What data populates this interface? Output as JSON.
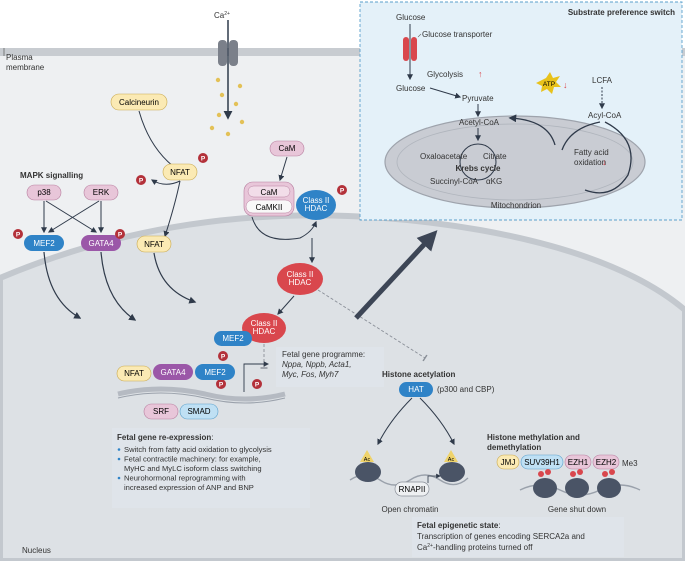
{
  "colors": {
    "cell_bg": "#eef0f2",
    "membrane": "#c8ccd1",
    "nucleus": "#dde1e5",
    "panel_bg": "#e4f1f9",
    "panel_border": "#5aa0cc",
    "mito": "#c9ccd3",
    "arrow": "#2f3a4a",
    "pill_pink": "#e8c6d9",
    "pill_blue": "#2f83c7",
    "pill_purple": "#9b57a8",
    "pill_yellow": "#fbeab4",
    "pill_red": "#d9474d",
    "pill_lightblue": "#bfe0f4",
    "phospho": "#b3313a",
    "ion": "#e3c157",
    "info_box": "#dfe4ea"
  },
  "cell": {
    "plasma_membrane": "Plasma\nmembrane",
    "ion": "Ca",
    "ion_sup": "2+",
    "nucleus": "Nucleus"
  },
  "mapk": {
    "title": "MAPK signalling",
    "p38": "p38",
    "erk": "ERK",
    "mef2": "MEF2",
    "gata4": "GATA4"
  },
  "calcineurin": {
    "calcineurin": "Calcineurin",
    "nfat_top": "NFAT",
    "nfat_bottom": "NFAT"
  },
  "cam": {
    "cam_top": "CaM",
    "cam": "CaM",
    "camkii": "CaMKII"
  },
  "hdac": {
    "upper": "Class II\nHDAC",
    "middle": "Class II\nHDAC",
    "lower": "Class II\nHDAC",
    "mef2": "MEF2"
  },
  "phospho_label": "P",
  "chromatin": {
    "nfat": "NFAT",
    "gata4": "GATA4",
    "mef2": "MEF2",
    "srf": "SRF",
    "smad": "SMAD"
  },
  "fetal_programme": {
    "title": "Fetal gene programme:",
    "genes_line1": "Nppa, Nppb, Acta1,",
    "genes_line2": "Myc, Fos, Myh7"
  },
  "reexpression": {
    "title": "Fetal gene re-expression",
    "colon": ":",
    "bullets": [
      [
        "Switch from fatty acid oxidation to glycolysis"
      ],
      [
        "Fetal contractile machinery: for example,",
        "MyHC and MyLC isoform class switching"
      ],
      [
        "Neurohormonal reprogramming with",
        "increased expression of ANP and BNP"
      ]
    ]
  },
  "acetylation": {
    "title": "Histone acetylation",
    "hat": "HAT",
    "hat_note": "(p300 and CBP)",
    "ac": "Ac",
    "rnapii": "RNAPII",
    "open": "Open chromatin"
  },
  "methylation": {
    "title_line1": "Histone methylation and",
    "title_line2": "demethylation",
    "jmj": "JMJ",
    "suv": "SUV39H1",
    "ezh1": "EZH1",
    "ezh2": "EZH2",
    "me3": "Me3",
    "shut": "Gene shut down"
  },
  "epigenetic": {
    "title": "Fetal epigenetic state",
    "colon": ":",
    "line1": "Transcription of genes encoding SERCA2a and",
    "line2_pre": "Ca",
    "line2_sup": "2+",
    "line2_post": "-handling proteins turned off"
  },
  "substrate": {
    "title": "Substrate preference switch",
    "glucose_top": "Glucose",
    "transporter": "Glucose transporter",
    "glycolysis": "Glycolysis",
    "glucose": "Glucose",
    "pyruvate": "Pyruvate",
    "atp": "ATP",
    "lcfa": "LCFA",
    "acylcoa": "Acyl-CoA",
    "acetylcoa": "Acetyl-CoA",
    "oxaloacetate": "Oxaloacetate",
    "citrate": "Citrate",
    "krebs": "Krebs cycle",
    "succinyl": "Succinyl-CoA",
    "akg": "αKG",
    "fatty": "Fatty acid\noxidation",
    "mito": "Mitochondrion"
  }
}
